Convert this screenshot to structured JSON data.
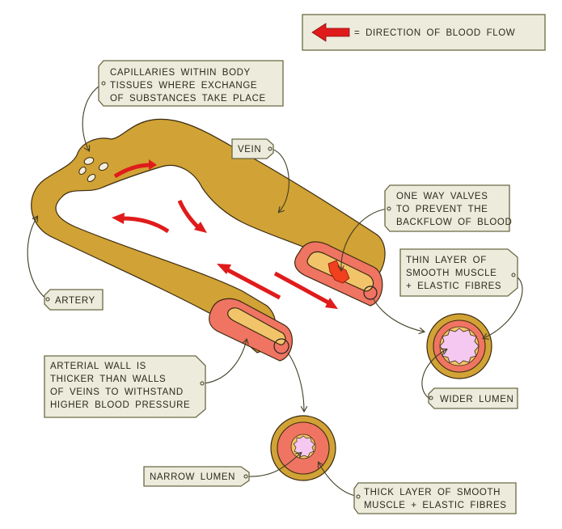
{
  "diagram": {
    "title": "Artery, capillaries and vein structure",
    "colors": {
      "outer_wall": "#d1a235",
      "muscle_layer": "#f07462",
      "lumen_long": "#f2c46a",
      "lumen_cross": "#f4c8f0",
      "blood_arrow": "#e01b1b",
      "label_bg": "#ecebdc",
      "label_border": "#6a6a45",
      "valve": "#f0401e"
    },
    "legend": {
      "icon": "red-arrow-left-icon",
      "text": "= DIRECTION  OF  BLOOD  FLOW"
    },
    "labels": {
      "capillaries": [
        "CAPILLARIES  WITHIN  BODY",
        "TISSUES  WHERE  EXCHANGE",
        "OF  SUBSTANCES  TAKE  PLACE"
      ],
      "vein": [
        "VEIN"
      ],
      "valves": [
        "ONE  WAY  VALVES",
        "TO  PREVENT  THE",
        "BACKFLOW  OF  BLOOD"
      ],
      "vein_muscle": [
        "THIN  LAYER  OF",
        "SMOOTH  MUSCLE",
        "+ ELASTIC  FIBRES"
      ],
      "artery": [
        "ARTERY"
      ],
      "artery_wall": [
        "ARTERIAL  WALL  IS",
        "THICKER  THAN  WALLS",
        "OF  VEINS  TO  WITHSTAND",
        "HIGHER  BLOOD  PRESSURE"
      ],
      "wider_lumen": [
        "WIDER  LUMEN"
      ],
      "narrow_lumen": [
        "NARROW  LUMEN"
      ],
      "artery_muscle": [
        "THICK  LAYER  OF  SMOOTH",
        "MUSCLE + ELASTIC  FIBRES"
      ]
    }
  }
}
